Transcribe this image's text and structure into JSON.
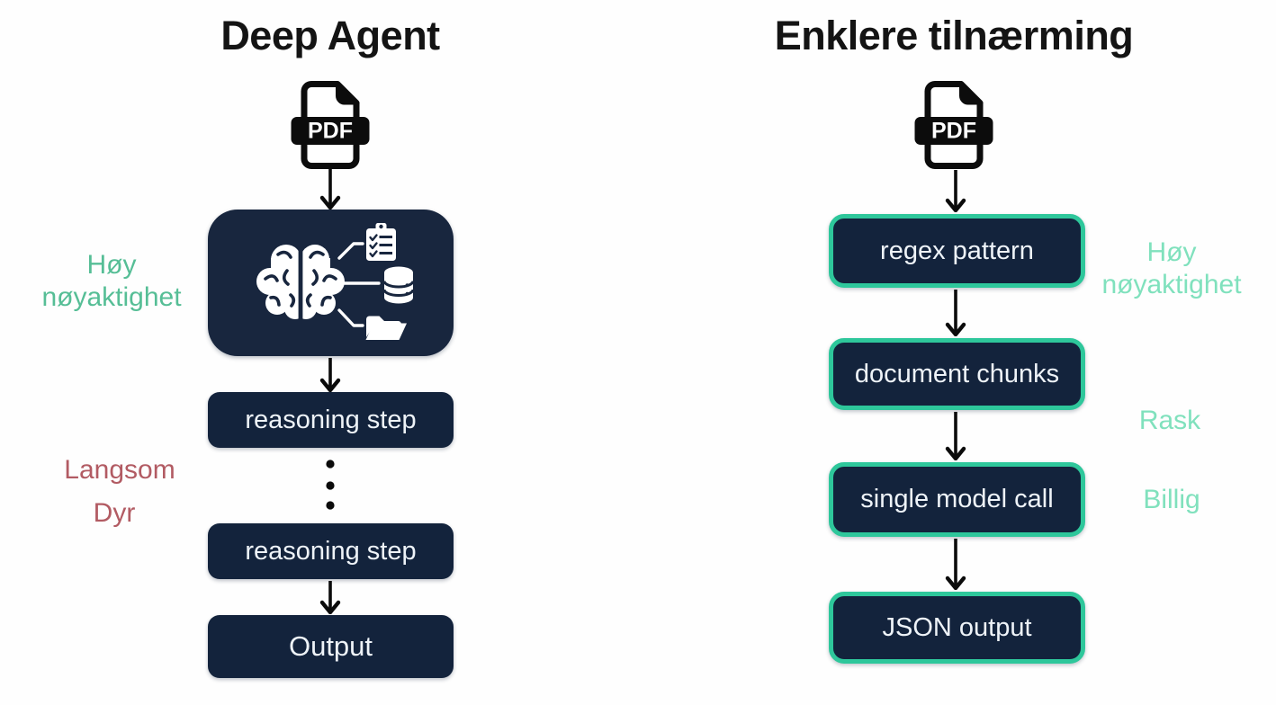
{
  "left": {
    "title": "Deep Agent",
    "pdf_label": "PDF",
    "agent_box_icons": [
      "brain-icon",
      "clipboard-icon",
      "database-icon",
      "folder-icon"
    ],
    "steps": [
      "reasoning step",
      "reasoning step"
    ],
    "ellipsis_dots": 3,
    "output": "Output",
    "labels": {
      "accuracy_line1": "Høy",
      "accuracy_line2": "nøyaktighet",
      "slow": "Langsom",
      "expensive": "Dyr"
    }
  },
  "right": {
    "title": "Enklere tilnærming",
    "pdf_label": "PDF",
    "boxes": [
      "regex pattern",
      "document chunks",
      "single model call",
      "JSON output"
    ],
    "labels": {
      "accuracy_line1": "Høy",
      "accuracy_line2": "nøyaktighet",
      "fast": "Rask",
      "cheap": "Billig"
    }
  },
  "colors": {
    "navy_box": "#13233c",
    "navy_big_box": "#18263e",
    "green_border": "#2ec79b",
    "green_text_left": "#56be96",
    "green_text_right": "#80e1bd",
    "red_text": "#b25b63",
    "title_text": "#141414",
    "box_text": "#eef3f8"
  }
}
